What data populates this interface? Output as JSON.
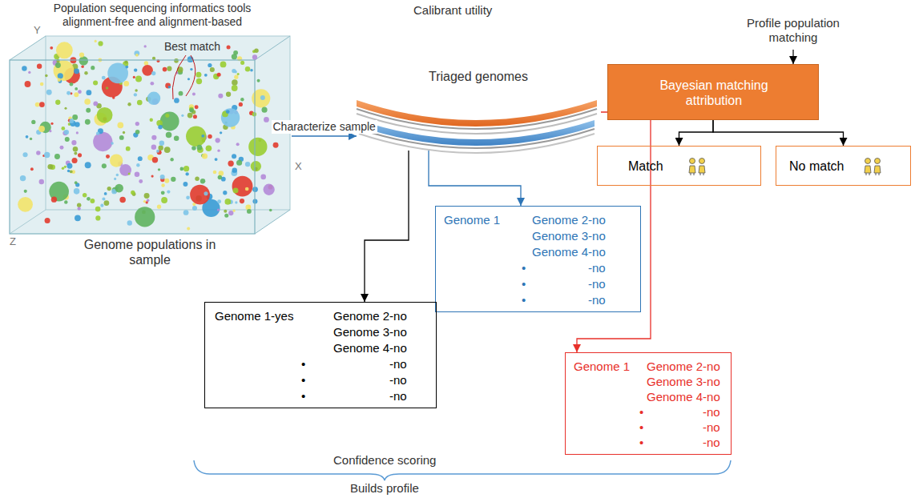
{
  "diagram": {
    "nodes": [
      {
        "text": [
          "Genome populations in sample"
        ]
      },
      {
        "text": [
          "Triaged genomes"
        ]
      },
      {
        "text": [
          "Bayesian matching attribution"
        ]
      },
      {
        "text": [
          "Match"
        ]
      },
      {
        "text": [
          "No match"
        ]
      },
      {
        "text": [
          "Genome 1",
          "Genome 2-no",
          "Genome 3-no",
          "Genome 4-no",
          "•",
          "-no",
          "•",
          "-no",
          "•",
          "-no"
        ]
      },
      {
        "text": [
          "Genome 1-yes",
          "Genome 2-no",
          "Genome 3-no",
          "Genome 4-no",
          "•",
          "-no",
          "•",
          "-no",
          "•",
          "-no"
        ]
      },
      {
        "text": [
          "Genome 1",
          "Genome 2-no",
          "Genome 3-no",
          "Genome 4-no",
          "•",
          "-no",
          "•",
          "-no",
          "•",
          "-no"
        ]
      }
    ],
    "edges": [
      {
        "from": 0,
        "to": 1,
        "label": "Characterize sample",
        "arrow": "to"
      },
      {
        "from": 1,
        "to": 6,
        "arrow": "to"
      },
      {
        "from": 1,
        "to": 5,
        "arrow": "to"
      },
      {
        "from": 1,
        "to": 7,
        "arrow": "to"
      },
      {
        "from": 2,
        "to": 3,
        "arrow": "to"
      },
      {
        "from": 2,
        "to": 4,
        "arrow": "to"
      }
    ],
    "labels": [
      "Population sequencing informatics tools alignment-free and alignment-based",
      "Calibrant utility",
      "Profile population matching",
      "Y",
      "Best match",
      "X",
      "Z",
      "Confidence scoring",
      "Builds profile"
    ]
  }
}
